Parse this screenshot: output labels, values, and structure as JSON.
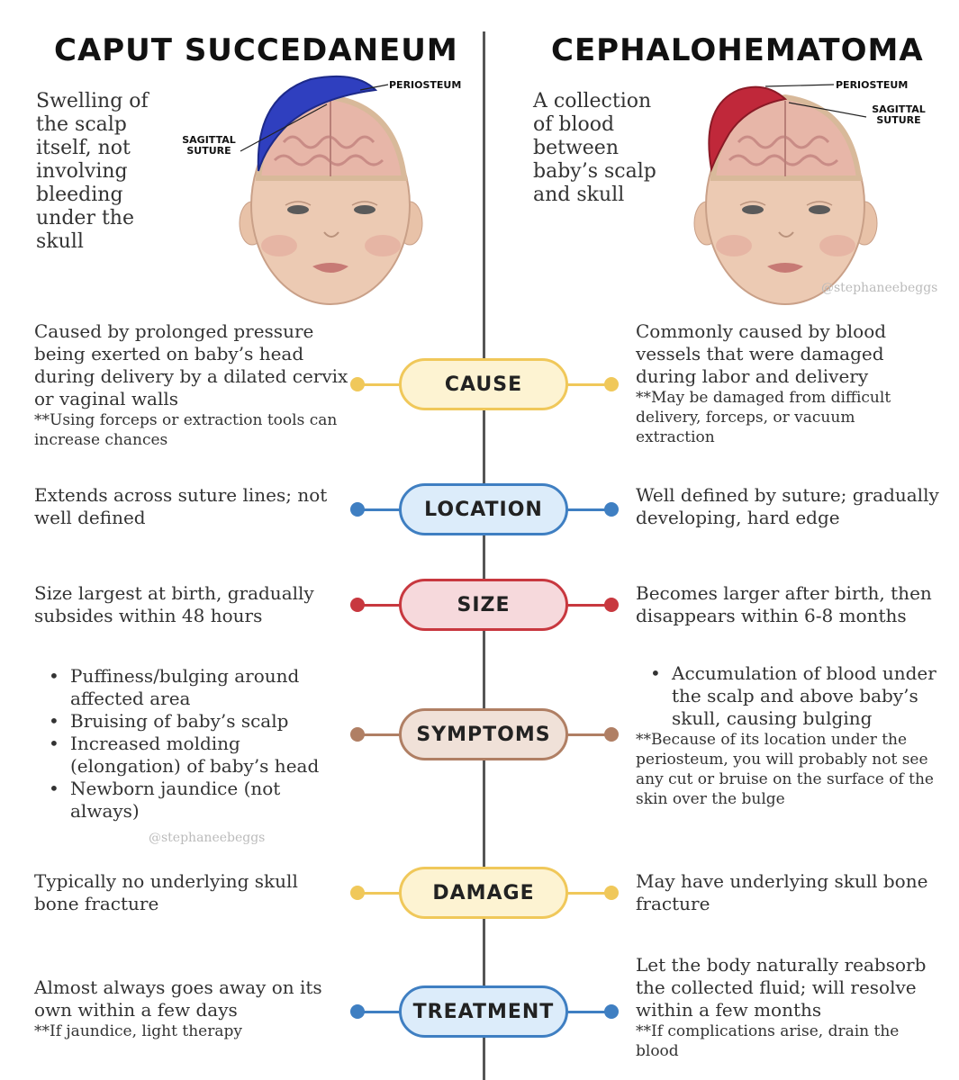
{
  "left": {
    "title": "CAPUT SUCCEDANEUM",
    "intro": "Swelling of the scalp itself, not involving bleeding under the skull",
    "labels": {
      "periosteum": "PERIOSTEUM",
      "sagittal": "SAGITTAL SUTURE"
    },
    "cause": "Caused by prolonged pressure being exerted on baby’s head during delivery by a dilated cervix or vaginal walls",
    "cause_note": "**Using forceps or extraction tools can increase chances",
    "location": "Extends across suture lines; not well defined",
    "size": "Size largest at birth, gradually subsides within 48 hours",
    "symptoms": [
      "Puffiness/bulging around affected area",
      "Bruising of baby’s scalp",
      "Increased molding (elongation) of baby’s head",
      "Newborn jaundice (not always)"
    ],
    "damage": "Typically no underlying skull bone fracture",
    "treatment": "Almost always goes away on its own within a few days",
    "treatment_note": "**If jaundice, light therapy",
    "swelling_color": "#2f3fbf"
  },
  "right": {
    "title": "CEPHALOHEMATOMA",
    "intro": "A collection of blood between baby’s scalp and skull",
    "labels": {
      "periosteum": "PERIOSTEUM",
      "sagittal": "SAGITTAL SUTURE"
    },
    "cause": "Commonly caused by blood vessels that were damaged during labor and delivery",
    "cause_note": "**May be damaged from difficult delivery, forceps, or vacuum extraction",
    "location": "Well defined by suture; gradually developing, hard edge",
    "size": "Becomes larger after birth, then disappears within 6-8 months",
    "symptoms": [
      "Accumulation of blood under the scalp and above baby’s skull, causing bulging"
    ],
    "symptoms_note": "**Because of its location under the periosteum, you will probably not see any cut or bruise on the surface of the skin over the bulge",
    "damage": "May have underlying skull bone fracture",
    "treatment": "Let the body naturally reabsorb the collected fluid; will resolve within a few months",
    "treatment_note": "**If complications arise, drain the blood",
    "swelling_color": "#c0283a"
  },
  "categories": [
    {
      "label": "CAUSE",
      "fill": "#fdf3d2",
      "border": "#f0c85a"
    },
    {
      "label": "LOCATION",
      "fill": "#dcecfa",
      "border": "#3f7fc2"
    },
    {
      "label": "SIZE",
      "fill": "#f6d9dc",
      "border": "#c8383f"
    },
    {
      "label": "SYMPTOMS",
      "fill": "#f0e1d8",
      "border": "#b07f64"
    },
    {
      "label": "DAMAGE",
      "fill": "#fdf3d2",
      "border": "#f0c85a"
    },
    {
      "label": "TREATMENT",
      "fill": "#dcecfa",
      "border": "#3f7fc2"
    }
  ],
  "watermark": "@stephaneebeggs"
}
